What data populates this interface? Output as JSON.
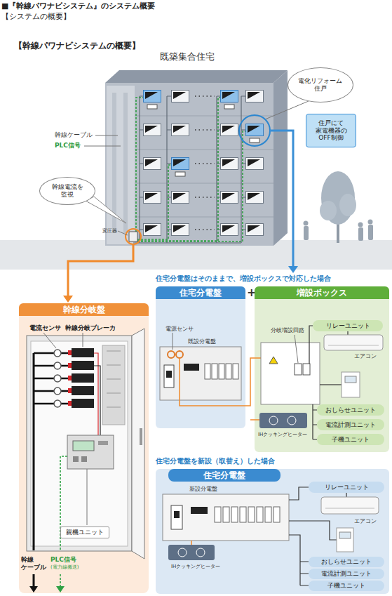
{
  "diagram": {
    "title": "■『幹線パワナビシステム』のシステム概要",
    "nodes": [
      {
        "text": [
          "電化リフォーム 住戸"
        ]
      },
      {
        "text": [
          "住戸にて 家電機器の OFF制御"
        ]
      },
      {
        "text": [
          "幹線電流を 監視"
        ]
      },
      {
        "text": [
          "幹線分岐盤"
        ]
      },
      {
        "text": [
          "親機ユニット"
        ],
        "in": 3
      },
      {
        "text": [
          "住宅分電盤"
        ]
      },
      {
        "text": [
          "増設ボックス"
        ]
      },
      {
        "text": [
          "リレーユニット"
        ],
        "in": 6
      },
      {
        "text": [
          "おしらせユニット"
        ],
        "in": 6
      },
      {
        "text": [
          "電流計測ユニット"
        ],
        "in": 6
      },
      {
        "text": [
          "子機ユニット"
        ],
        "in": 6
      },
      {
        "text": [
          "住宅分電盤"
        ]
      },
      {
        "text": [
          "リレーユニット"
        ],
        "in": 11
      },
      {
        "text": [
          "おしらせユニット"
        ],
        "in": 11
      },
      {
        "text": [
          "電流計測ユニット"
        ],
        "in": 11
      },
      {
        "text": [
          "子機ユニット"
        ],
        "in": 11
      }
    ],
    "labels": [
      "【システムの概要】",
      "【幹線パワナビシステムの概要】",
      "既築集合住宅",
      "幹線ケーブル",
      "PLC信号",
      "変圧器",
      "電流センサ",
      "幹線分岐ブレーカ",
      "幹線 ケーブル",
      "PLC信号",
      "(電力線搬送)",
      "住宅分電盤はそのままで、増設ボックスで対応した場合",
      "+",
      "電源センサ",
      "既設分電盤",
      "分岐増設回路",
      "エアコン",
      "IHクッキングヒーター",
      "住宅分電盤を新設（取替え）した場合",
      "新設分電盤",
      "エアコン",
      "IHクッキングヒーター"
    ]
  }
}
